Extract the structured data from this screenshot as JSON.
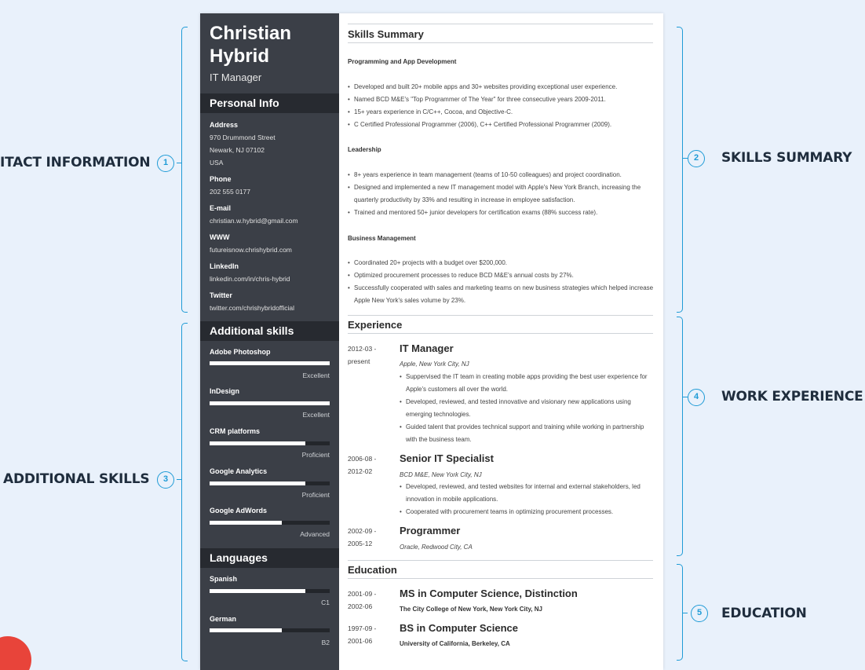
{
  "annotations": {
    "contact": {
      "num": "1",
      "label": "ITACT INFORMATION"
    },
    "skills_summary": {
      "num": "2",
      "label": "SKILLS SUMMARY"
    },
    "additional_skills": {
      "num": "3",
      "label": "ADDITIONAL SKILLS"
    },
    "work_experience": {
      "num": "4",
      "label": "WORK EXPERIENCE"
    },
    "education": {
      "num": "5",
      "label": "EDUCATION"
    }
  },
  "sidebar": {
    "name_line1": "Christian",
    "name_line2": "Hybrid",
    "role": "IT Manager",
    "personal_info_title": "Personal Info",
    "address_label": "Address",
    "address_lines": [
      "970 Drummond Street",
      "Newark, NJ 07102",
      "USA"
    ],
    "phone_label": "Phone",
    "phone": "202 555 0177",
    "email_label": "E-mail",
    "email": "christian.w.hybrid@gmail.com",
    "www_label": "WWW",
    "www": "futureisnow.chrishybrid.com",
    "linkedin_label": "LinkedIn",
    "linkedin": "linkedin.com/in/chris-hybrid",
    "twitter_label": "Twitter",
    "twitter": "twitter.com/chrishybridofficial",
    "additional_title": "Additional skills",
    "skills": [
      {
        "name": "Adobe Photoshop",
        "level": "Excellent",
        "fraction": 1.0
      },
      {
        "name": "InDesign",
        "level": "Excellent",
        "fraction": 1.0
      },
      {
        "name": "CRM platforms",
        "level": "Proficient",
        "fraction": 0.8
      },
      {
        "name": "Google Analytics",
        "level": "Proficient",
        "fraction": 0.8
      },
      {
        "name": "Google AdWords",
        "level": "Advanced",
        "fraction": 0.6
      }
    ],
    "languages_title": "Languages",
    "languages": [
      {
        "name": "Spanish",
        "level": "C1",
        "fraction": 0.8
      },
      {
        "name": "German",
        "level": "B2",
        "fraction": 0.6
      }
    ]
  },
  "skills_summary": {
    "title": "Skills Summary",
    "groups": [
      {
        "title": "Programming and App Development",
        "bullets": [
          "Developed and built 20+ mobile apps and 30+ websites providing exceptional user experience.",
          "Named BCD M&E's \"Top Programmer of The Year\" for three consecutive years 2009-2011.",
          "15+ years experience in C/C++, Cocoa, and Objective-C.",
          "C Certified Professional Programmer (2006), C++ Certified Professional Programmer (2009)."
        ]
      },
      {
        "title": "Leadership",
        "bullets": [
          "8+ years experience in team management (teams of 10-50 colleagues) and project coordination.",
          "Designed and implemented a new IT management model with Apple's New York Branch, increasing the quarterly productivity by 33% and resulting in increase in employee satisfaction.",
          "Trained and mentored 50+ junior developers for certification exams (88% success rate)."
        ]
      },
      {
        "title": "Business Management",
        "bullets": [
          "Coordinated 20+ projects with a budget over $200,000.",
          "Optimized procurement processes to reduce BCD M&E's annual costs by 27%.",
          "Successfully cooperated with sales and marketing teams on new business strategies which helped increase Apple New York's sales volume by 23%."
        ]
      }
    ]
  },
  "experience": {
    "title": "Experience",
    "jobs": [
      {
        "date1": "2012-03 -",
        "date2": "present",
        "title": "IT Manager",
        "org": "Apple, New York City, NJ",
        "bullets": [
          "Suppervised the IT team in creating mobile apps providing the best user experience for Apple's customers all over the world.",
          "Developed, reviewed, and tested innovative and visionary new applications using emerging technologies.",
          "Guided talent that provides technical support and training while working in partnership with the business team."
        ]
      },
      {
        "date1": "2006-08 -",
        "date2": "2012-02",
        "title": "Senior IT Specialist",
        "org": "BCD M&E, New York City, NJ",
        "bullets": [
          "Developed, reviewed, and tested websites for internal and external stakeholders, led innovation in mobile applications.",
          "Cooperated with procurement teams in optimizing procurement processes."
        ]
      },
      {
        "date1": "2002-09 -",
        "date2": "2005-12",
        "title": "Programmer",
        "org": "Oracle, Redwood City, CA",
        "bullets": []
      }
    ]
  },
  "education": {
    "title": "Education",
    "items": [
      {
        "date1": "2001-09 -",
        "date2": "2002-06",
        "degree": "MS in Computer Science, Distinction",
        "school": "The City College of New York, New York City, NJ"
      },
      {
        "date1": "1997-09 -",
        "date2": "2001-06",
        "degree": "BS in Computer Science",
        "school": "University of California, Berkeley, CA"
      }
    ]
  }
}
